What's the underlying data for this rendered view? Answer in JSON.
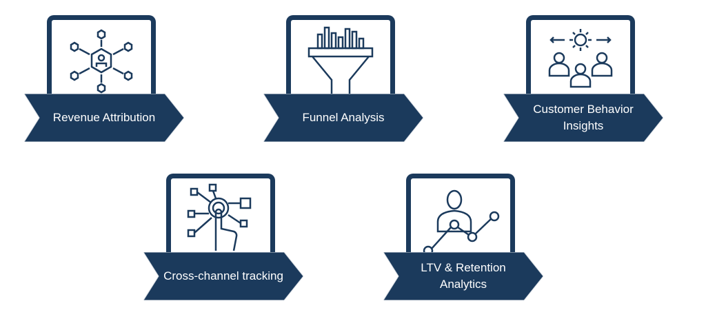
{
  "colors": {
    "navy": "#1b3a5c",
    "text": "#ffffff"
  },
  "cards": [
    {
      "label": "Revenue Attribution",
      "icon": "network-user-icon"
    },
    {
      "label": "Funnel Analysis",
      "icon": "funnel-chart-icon"
    },
    {
      "label": "Customer Behavior Insights",
      "icon": "people-gear-icon"
    },
    {
      "label": "Cross-channel tracking",
      "icon": "touch-network-icon"
    },
    {
      "label": "LTV & Retention Analytics",
      "icon": "person-growth-icon"
    }
  ]
}
